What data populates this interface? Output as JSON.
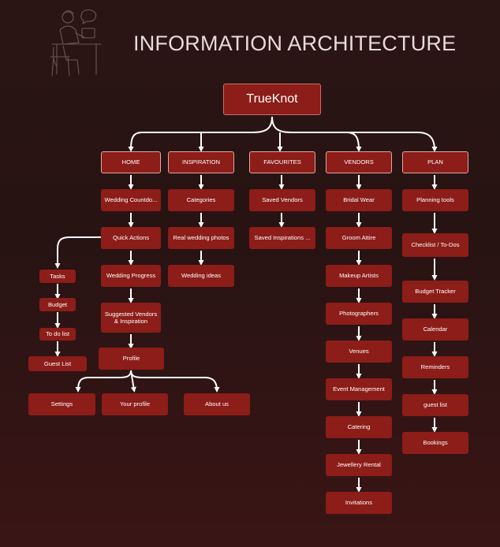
{
  "title": "INFORMATION ARCHITECTURE",
  "root": "TrueKnot",
  "colors": {
    "background": "#2a1414",
    "node_fill": "#8c1d18",
    "connector": "#ffffff",
    "title_text": "#e7dada"
  },
  "illustration_icon": "person-at-desk-icon",
  "categories": [
    {
      "id": "home",
      "label": "HOME"
    },
    {
      "id": "inspiration",
      "label": "INSPIRATION"
    },
    {
      "id": "favourites",
      "label": "FAVOURITES"
    },
    {
      "id": "vendors",
      "label": "VENDORS"
    },
    {
      "id": "plan",
      "label": "PLAN"
    }
  ],
  "home": {
    "wedding_countdown": "Wedding Countdo...",
    "quick_actions": "Quick Actions",
    "wedding_progress": "Wedding Progress",
    "suggested_vendors": "Suggested Vendors & Inspiration",
    "profile": "Profile",
    "quick_action_items": [
      "Tasks",
      "Budget",
      "To do list",
      "Guest List"
    ],
    "profile_items": [
      "Settings",
      "Your profile",
      "About us"
    ]
  },
  "inspiration": [
    "Categories",
    "Real wedding photos",
    "Wedding ideas"
  ],
  "favourites": [
    "Saved Vendors",
    "Saved Inspirations ..."
  ],
  "vendors": [
    "Bridal Wear",
    "Groom Attire",
    "Makeup Artists",
    "Photographers",
    "Venues",
    "Event Management",
    "Catering",
    "Jewellery Rental",
    "Invitations"
  ],
  "plan": [
    "Planning tools",
    "Checklist / To-Dos",
    "Budget Tracker",
    "Calendar",
    "Reminders",
    "guest list",
    "Bookings"
  ]
}
